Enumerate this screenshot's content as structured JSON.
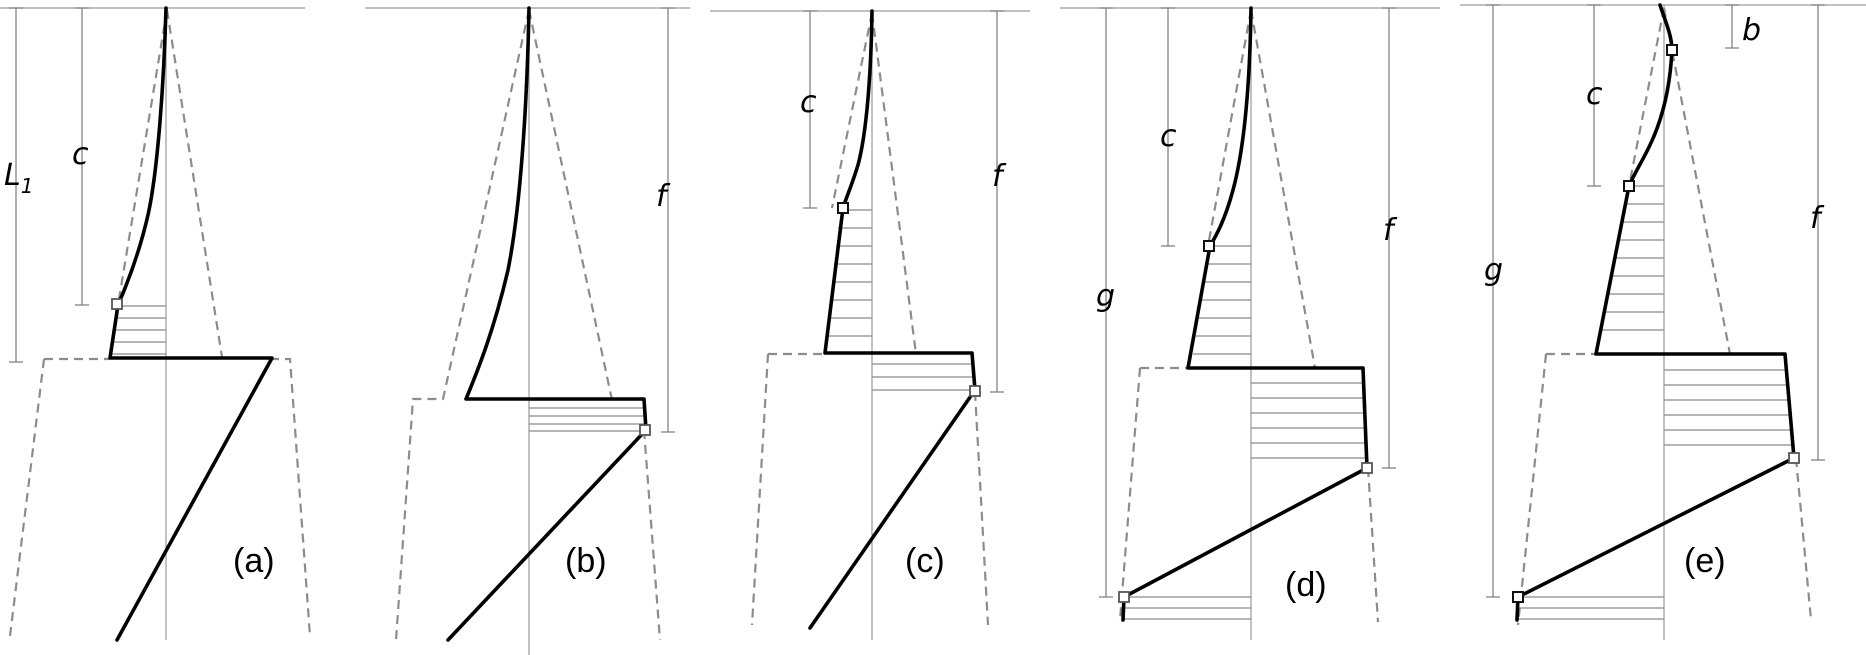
{
  "panels": [
    {
      "id": "a",
      "label": "(a)",
      "dims": {
        "L1_main": "L",
        "L1_sub": "1",
        "c": "c"
      }
    },
    {
      "id": "b",
      "label": "(b)",
      "dims": {
        "f": "f"
      }
    },
    {
      "id": "c",
      "label": "(c)",
      "dims": {
        "c": "c",
        "f": "f"
      }
    },
    {
      "id": "d",
      "label": "(d)",
      "dims": {
        "c": "c",
        "f": "f",
        "g": "g"
      }
    },
    {
      "id": "e",
      "label": "(e)",
      "dims": {
        "b": "b",
        "c": "c",
        "f": "f",
        "g": "g"
      }
    }
  ]
}
